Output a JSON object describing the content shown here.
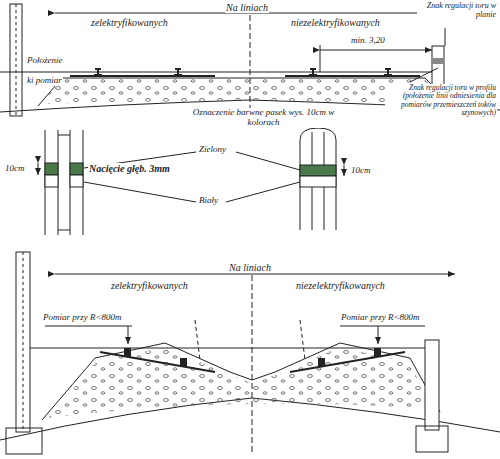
{
  "diagram": {
    "labels": [
      "Na liniach",
      "zelektryfikowanych",
      "niezelektryfikowanych",
      "Znak regulacji toru w planie",
      "min. 3,20",
      "Położenie",
      "ki pomiar",
      "Znak regulacji toru w profilu (położenie linii odniesienia dla pomiarów przemieszczeń toków szynowych)",
      "Oznaczenie barwne pasek wys. 10cm w kolorach",
      "Zielony",
      "10cm",
      "Nacięcie głęb. 3mm",
      "10cm",
      "Biały",
      "Na liniach",
      "zelektryfikowanych",
      "niezelektryfikowanych",
      "Pomiar przy R<800m",
      "Pomiar przy R<800m"
    ]
  }
}
